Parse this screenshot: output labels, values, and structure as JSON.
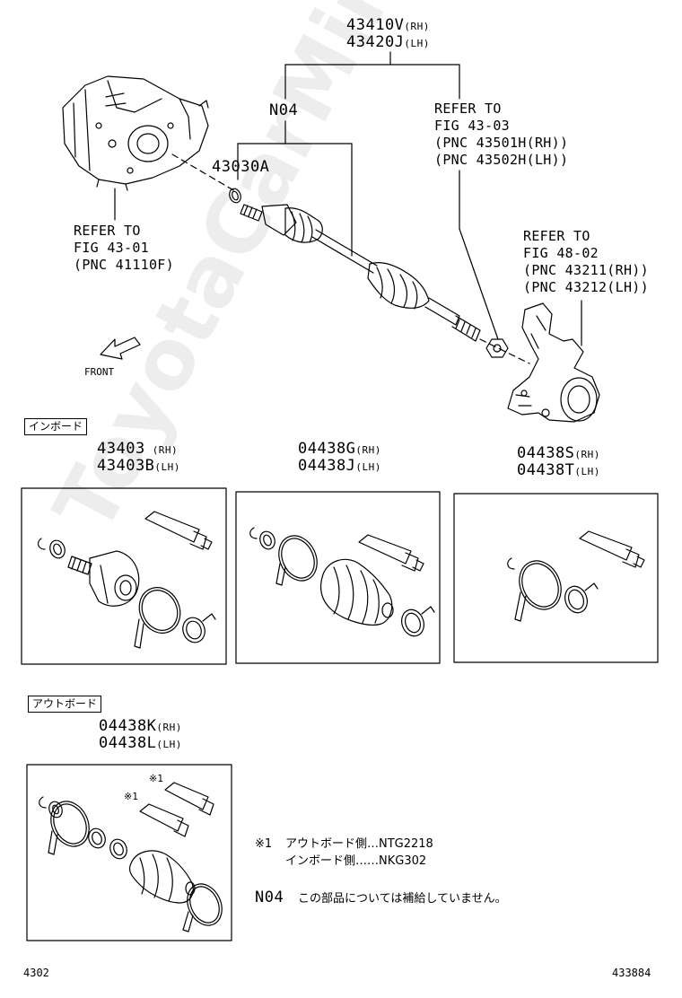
{
  "assembly": {
    "pnc_rh": "43410V",
    "rh": "(RH)",
    "pnc_lh": "43420J",
    "lh": "(LH)"
  },
  "not_supplied_code": "N04",
  "part_43030A": "43030A",
  "refer_fig_4301": {
    "line1": "REFER TO",
    "line2": "FIG 43-01",
    "line3": "(PNC 41110F)"
  },
  "refer_fig_4303": {
    "line1": "REFER TO",
    "line2": "FIG 43-03",
    "line3": "(PNC 43501H(RH))",
    "line4": "(PNC 43502H(LH))"
  },
  "refer_fig_4802": {
    "line1": "REFER TO",
    "line2": "FIG 48-02",
    "line3": "(PNC 43211(RH))",
    "line4": "(PNC 43212(LH))"
  },
  "front_label": "FRONT",
  "inboard": {
    "tag": "インボード",
    "kit1": {
      "pnc_rh": "43403",
      "pnc_lh": "43403B"
    },
    "kit2": {
      "pnc_rh": "04438G",
      "pnc_lh": "04438J"
    },
    "kit3": {
      "pnc_rh": "04438S",
      "pnc_lh": "04438T"
    }
  },
  "outboard": {
    "tag": "アウトボード",
    "kit": {
      "pnc_rh": "04438K",
      "pnc_lh": "04438L"
    }
  },
  "grease_mark": "※1",
  "notes": {
    "mark": "※1",
    "line1": "アウトボード側…NTG2218",
    "line2": "インボード側……NKG302",
    "n04_code": "N04",
    "n04_text": "この部品については補給していません。"
  },
  "watermark": "ToyotaCarMine.ru",
  "footer": {
    "left": "4302",
    "right": "433884"
  }
}
